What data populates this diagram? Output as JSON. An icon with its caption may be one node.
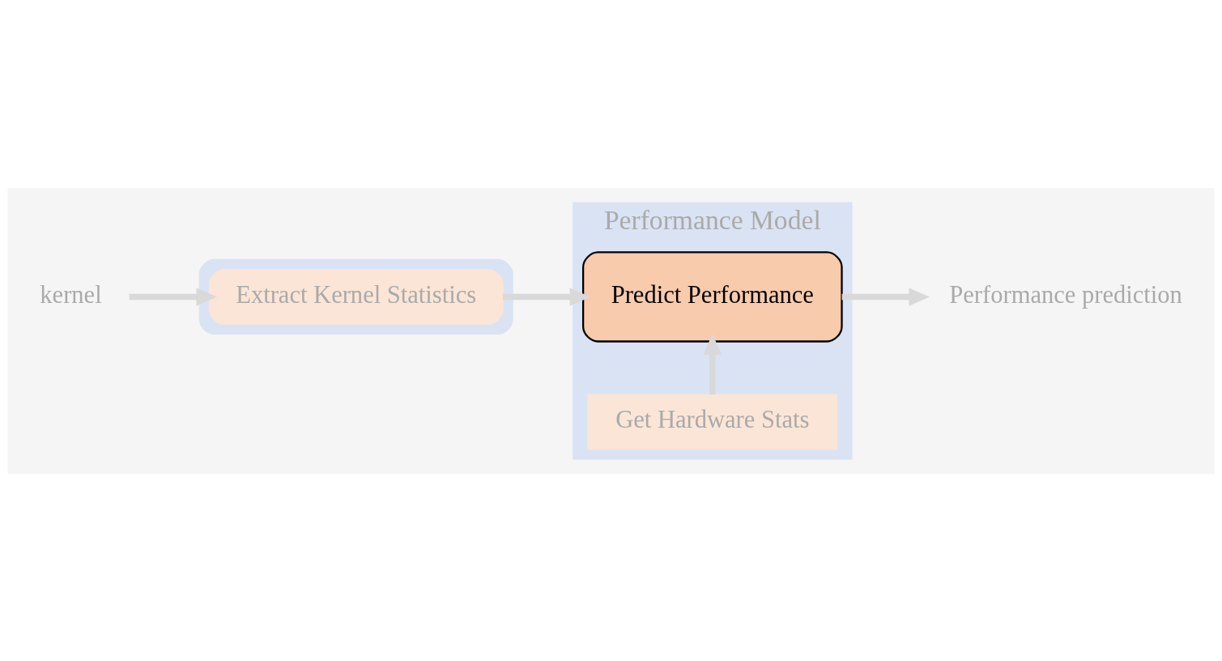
{
  "diagram": {
    "nodes": [
      {
        "text": [
          "kernel"
        ]
      },
      {
        "text": [],
        "shape": "box"
      },
      {
        "text": [
          "Extract Kernel Statistics"
        ],
        "in": 1
      },
      {
        "text": [
          "Performance Model"
        ]
      },
      {
        "text": [
          "Get Hardware Stats"
        ],
        "in": 3
      },
      {
        "text": [
          "Predict Performance"
        ],
        "in": 3
      },
      {
        "text": [
          "Performance prediction"
        ]
      }
    ],
    "edges": [
      {
        "from": 0,
        "to": 2,
        "arrow": "to"
      },
      {
        "from": 2,
        "to": 5,
        "arrow": "to"
      },
      {
        "from": 4,
        "to": 5,
        "arrow": "to"
      },
      {
        "from": 5,
        "to": 6,
        "arrow": "to"
      }
    ]
  }
}
